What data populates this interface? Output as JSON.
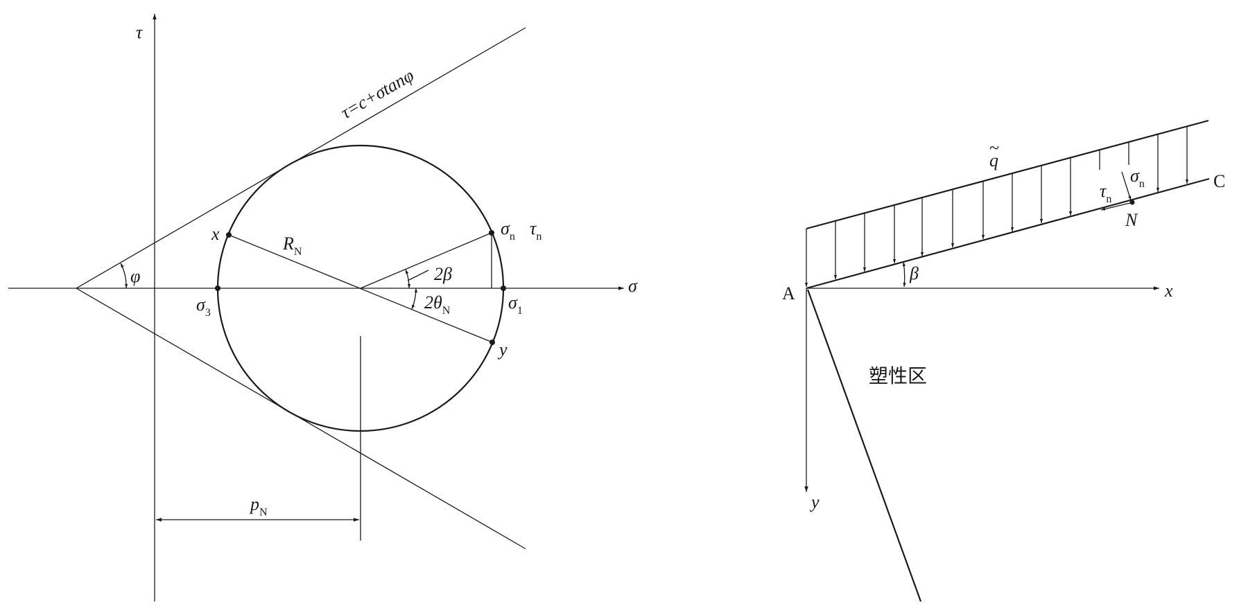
{
  "mohr": {
    "axis_tau": "τ",
    "axis_sigma": "σ",
    "envelope": "τ=c+σtanφ",
    "phi": "φ",
    "point_x": "x",
    "point_y": "y",
    "radius": {
      "main": "R",
      "sub": "N"
    },
    "sigma3": {
      "main": "σ",
      "sub": "3"
    },
    "sigma1": {
      "main": "σ",
      "sub": "1"
    },
    "sigma_n": {
      "main": "σ",
      "sub": "n"
    },
    "tau_n": {
      "main": "τ",
      "sub": "n"
    },
    "two_beta": "2β",
    "two_theta": {
      "main": "2θ",
      "sub": "N"
    },
    "p_n": {
      "main": "p",
      "sub": "N"
    }
  },
  "slope": {
    "q": "q",
    "q_tilde": "~",
    "sigma_n": {
      "main": "σ",
      "sub": "n"
    },
    "tau_n": {
      "main": "τ",
      "sub": "n"
    },
    "point_c": "C",
    "point_n": "N",
    "point_a": "A",
    "beta": "β",
    "axis_x": "x",
    "axis_y": "y",
    "plastic_zone": "塑性区"
  }
}
